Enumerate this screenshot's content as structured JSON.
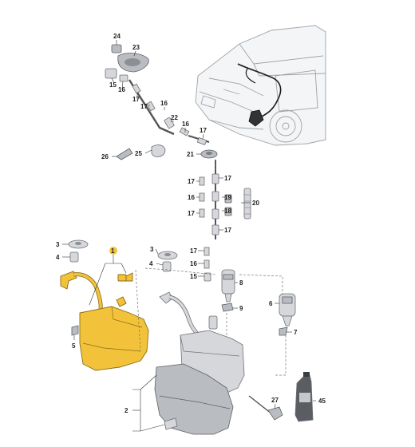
{
  "callouts": {
    "c24": "24",
    "c23": "23",
    "c15a": "15",
    "c16a": "16",
    "c17a": "17",
    "c16b": "16",
    "c22": "22",
    "c16c": "16",
    "c17b": "17",
    "c26": "26",
    "c25": "25",
    "c21": "21",
    "c17c": "17",
    "c17d": "17",
    "c16d": "16",
    "c19": "19",
    "c20": "20",
    "c17e": "17",
    "c18": "18",
    "c17f": "17",
    "c3a": "3",
    "c1": "1",
    "c4a": "4",
    "c5": "5",
    "c17g": "17",
    "c16e": "16",
    "c15b": "15",
    "c8": "8",
    "c9": "9",
    "c3b": "3",
    "c4b": "4",
    "c6": "6",
    "c7": "7",
    "c2": "2",
    "c27": "27",
    "c45": "45"
  },
  "colors": {
    "highlight": "#f2c33a",
    "part_fill": "#d5d7da",
    "outline": "#6e7176"
  }
}
